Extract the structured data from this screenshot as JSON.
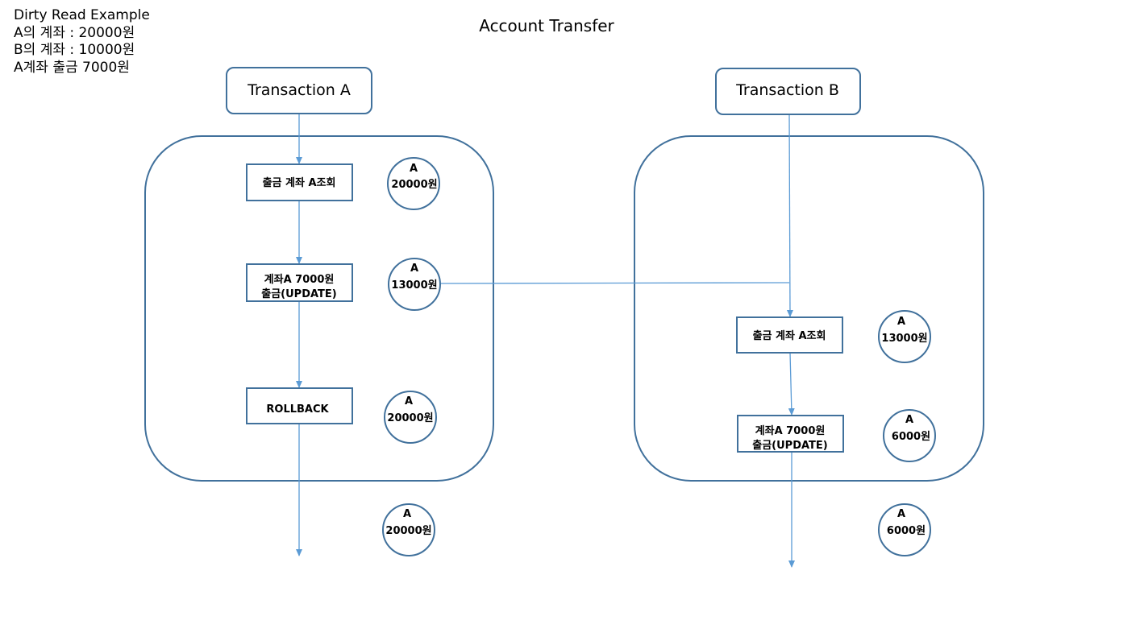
{
  "notes": {
    "line1": "Dirty Read Example",
    "line2": "A의 계좌 : 20000원",
    "line3": "B의 계좌 : 10000원",
    "line4": "A계좌 출금 7000원"
  },
  "title": "Account Transfer",
  "transaction_a": {
    "label": "Transaction A",
    "steps": {
      "read": "출금 계좌 A조회",
      "update_line1": "계좌A 7000원",
      "update_line2": "출금(UPDATE)",
      "rollback": "ROLLBACK"
    },
    "balances": {
      "after_read": {
        "account": "A",
        "amount": "20000원"
      },
      "after_update": {
        "account": "A",
        "amount": "13000원"
      },
      "after_rollback": {
        "account": "A",
        "amount": "20000원"
      },
      "final": {
        "account": "A",
        "amount": "20000원"
      }
    }
  },
  "transaction_b": {
    "label": "Transaction B",
    "steps": {
      "read": "출금 계좌 A조회",
      "update_line1": "계좌A 7000원",
      "update_line2": "출금(UPDATE)"
    },
    "balances": {
      "after_read": {
        "account": "A",
        "amount": "13000원"
      },
      "after_update": {
        "account": "A",
        "amount": "6000원"
      },
      "final": {
        "account": "A",
        "amount": "6000원"
      }
    }
  },
  "colors": {
    "border": "#41719c",
    "arrow": "#5b9bd5",
    "text": "#000000",
    "background": "#ffffff"
  }
}
